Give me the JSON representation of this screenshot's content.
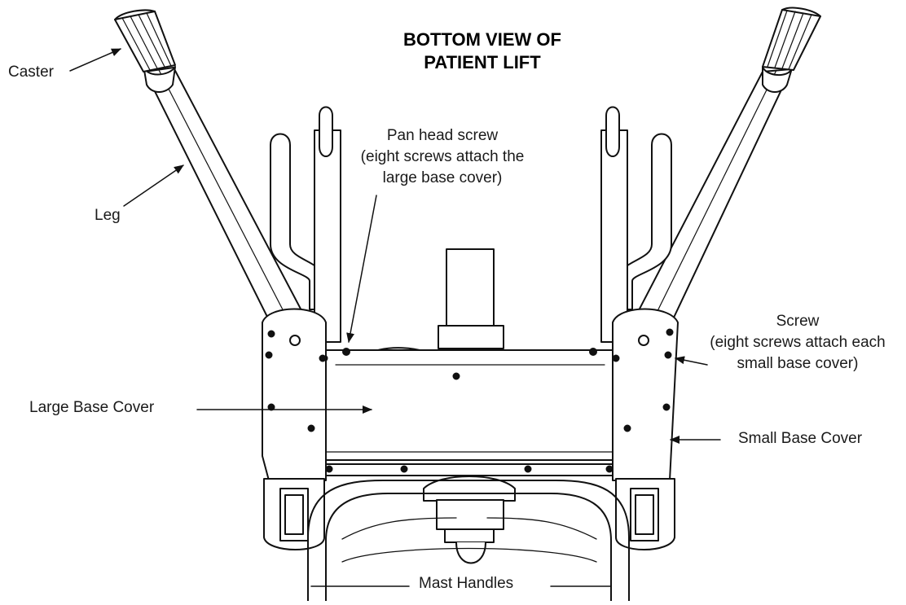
{
  "title": {
    "line1": "BOTTOM VIEW OF",
    "line2": "PATIENT LIFT"
  },
  "labels": {
    "caster": "Caster",
    "leg": "Leg",
    "pan_head_screw": {
      "line1": "Pan head screw",
      "line2": "(eight screws attach the",
      "line3": "large base cover)"
    },
    "screw": {
      "line1": "Screw",
      "line2": "(eight screws attach each",
      "line3": "small base cover)"
    },
    "large_base_cover": "Large Base Cover",
    "small_base_cover": "Small Base Cover",
    "mast_handles": "Mast Handles"
  }
}
